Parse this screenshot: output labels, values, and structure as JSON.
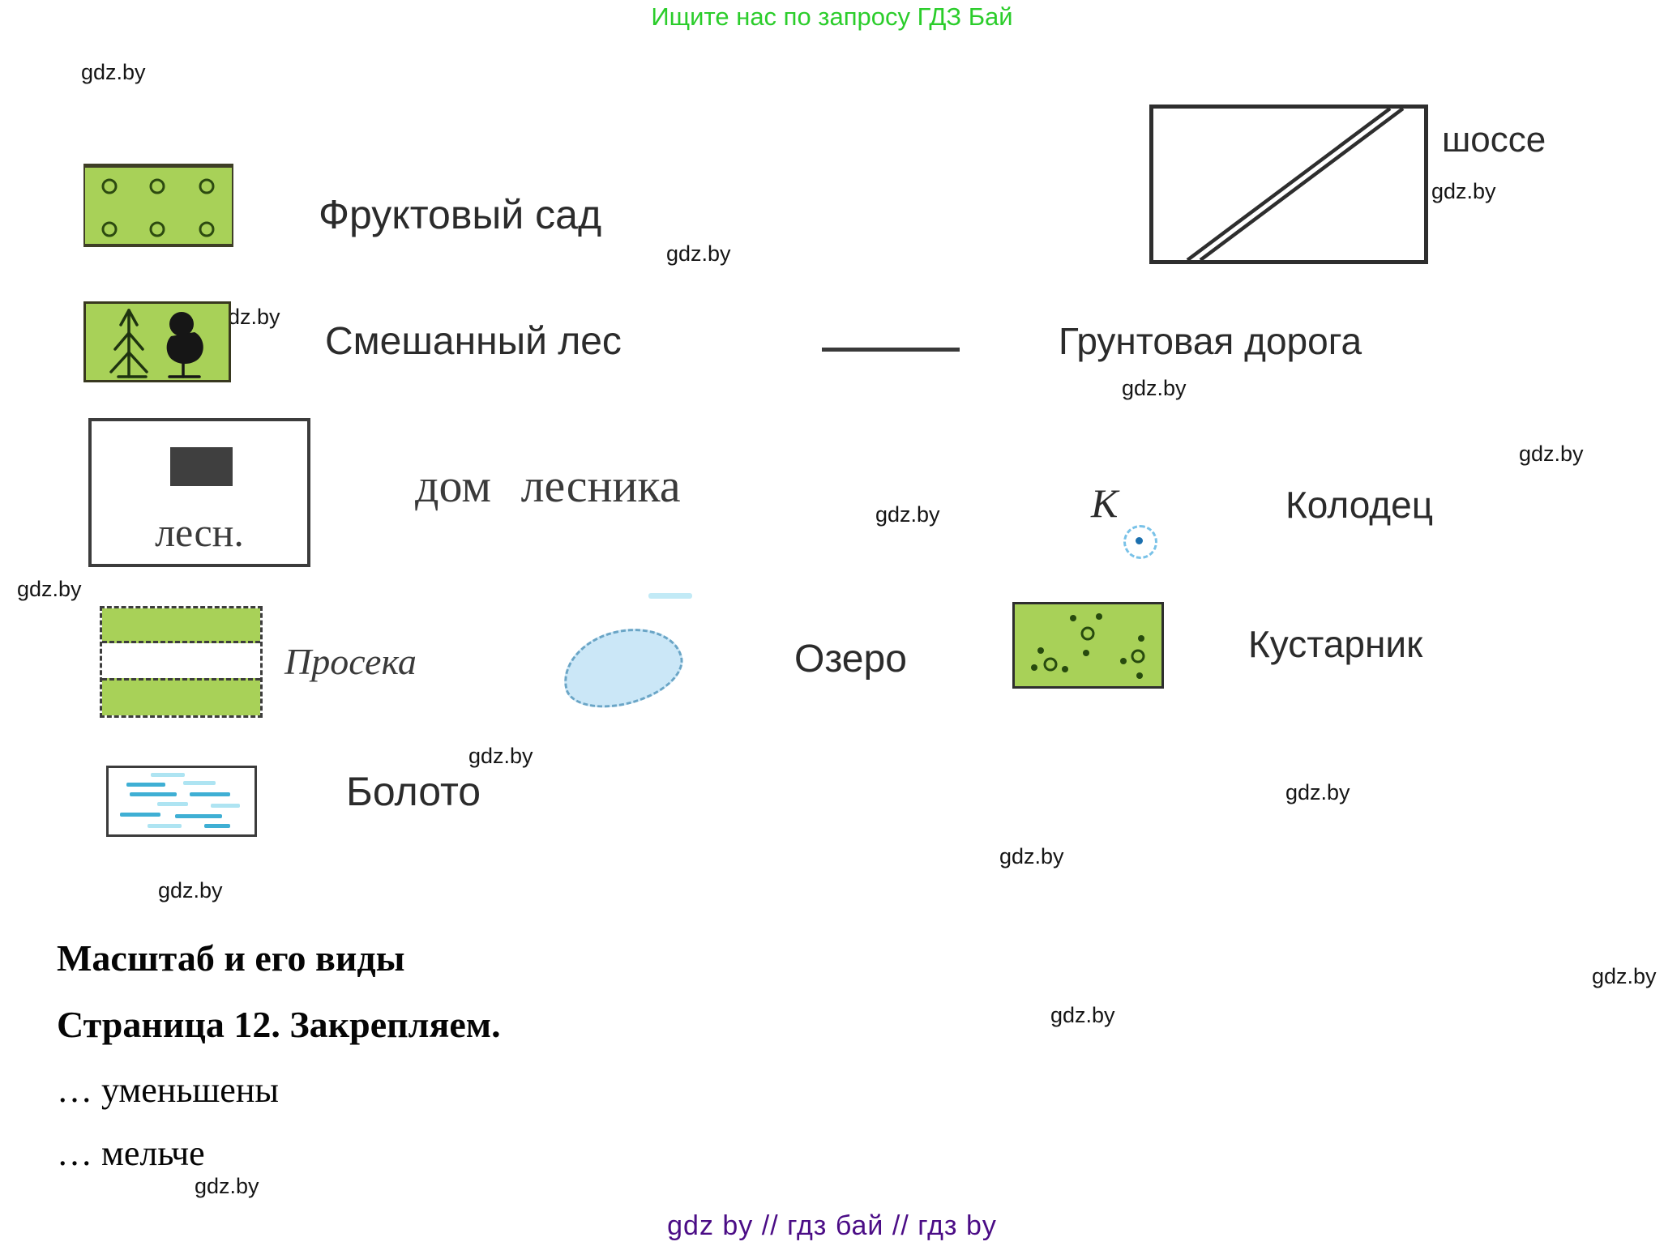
{
  "promo_banner": {
    "text": "Ищите нас по запросу ГДЗ Бай",
    "color": "#2bcd2b"
  },
  "watermark": "gdz.by",
  "legend": {
    "items": [
      {
        "id": "orchard",
        "label": "Фруктовый сад",
        "symbol": "orchard-symbol"
      },
      {
        "id": "mixed-forest",
        "label": "Смешанный лес",
        "symbol": "mixed-forest-symbol"
      },
      {
        "id": "forester-house",
        "label": "дом лесника",
        "symbol": "forester-house-symbol",
        "symbol_text": "лесн."
      },
      {
        "id": "glade",
        "label": "Просека",
        "symbol": "glade-symbol"
      },
      {
        "id": "swamp",
        "label": "Болото",
        "symbol": "swamp-symbol"
      },
      {
        "id": "highway",
        "label": "шоссе",
        "symbol": "highway-symbol"
      },
      {
        "id": "dirt-road",
        "label": "Грунтовая дорога",
        "symbol": "dirt-road-symbol"
      },
      {
        "id": "well",
        "label": "Колодец",
        "symbol": "well-symbol",
        "symbol_text": "К"
      },
      {
        "id": "lake",
        "label": "Озеро",
        "symbol": "lake-symbol"
      },
      {
        "id": "shrub",
        "label": "Кустарник",
        "symbol": "shrub-symbol"
      }
    ]
  },
  "content": {
    "title": "Масштаб и его виды",
    "subtitle": "Страница 12. Закрепляем.",
    "answer_lines": [
      "… уменьшены",
      "… мельче"
    ]
  },
  "footer": {
    "text": "gdz by  //  гдз бай  //  гдз by",
    "color": "#4b0d86"
  },
  "colors": {
    "legend_green": "#a8d158",
    "ink": "#2e2e2e",
    "tree_dark": "#1e3310",
    "swamp_dash_dark": "#3fafd4",
    "swamp_dash_light": "#aee4f2",
    "lake_fill": "#cbe7f7",
    "lake_border": "#6aa5c6",
    "well_ring": "#79c2e8",
    "well_dot": "#1b6fae",
    "promo_green": "#2bcd2b",
    "footer_purple": "#4b0d86"
  }
}
